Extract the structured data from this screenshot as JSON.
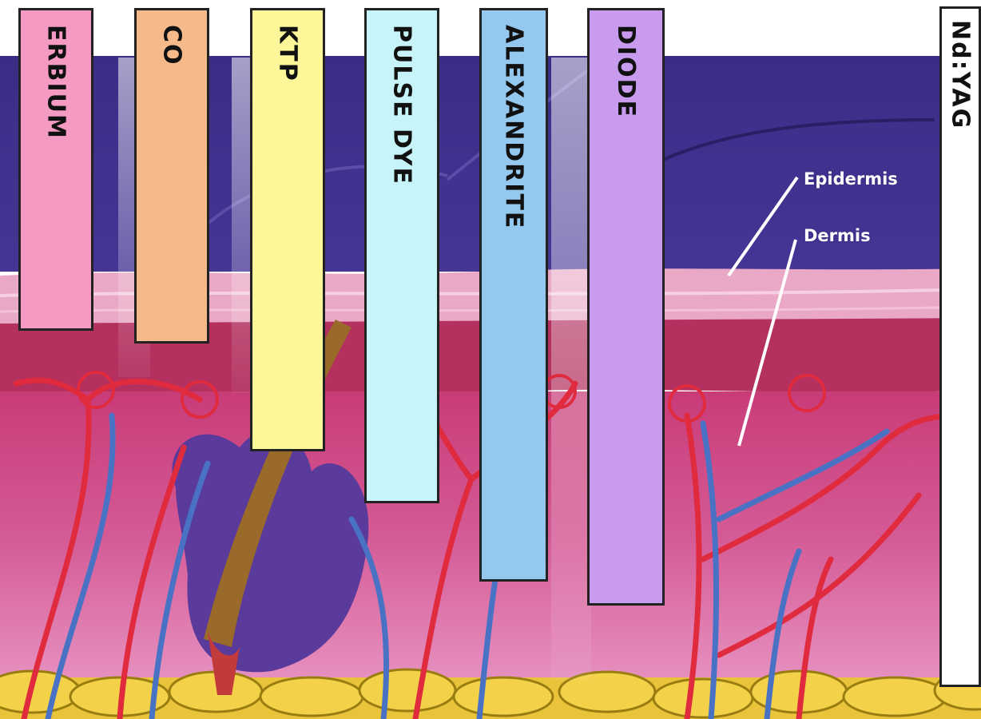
{
  "lasers": [
    {
      "name": "ERBIUM",
      "color": "#f59bc3"
    },
    {
      "name": "CO",
      "color": "#f6b98a"
    },
    {
      "name": "KTP",
      "color": "#fdf79a"
    },
    {
      "name": "PULSE DYE",
      "color": "#c6f4f9"
    },
    {
      "name": "ALEXANDRITE",
      "color": "#94c8ef"
    },
    {
      "name": "DIODE",
      "color": "#c99bee"
    },
    {
      "name": "Nd:YAG",
      "color": "#ffffff"
    }
  ],
  "layers": {
    "epidermis": "Epidermis",
    "dermis": "Dermis"
  },
  "colors": {
    "background_top": "#3d2f8a",
    "epidermis": "#e8a2c0",
    "dermis_upper": "#b2305f",
    "dermis": "#d44e8a",
    "fat": "#f3d24a",
    "artery": "#e02b3f",
    "vein": "#4a72c4",
    "follicle_gland": "#5a3a9a",
    "hair_shaft": "#9a6a2a"
  }
}
